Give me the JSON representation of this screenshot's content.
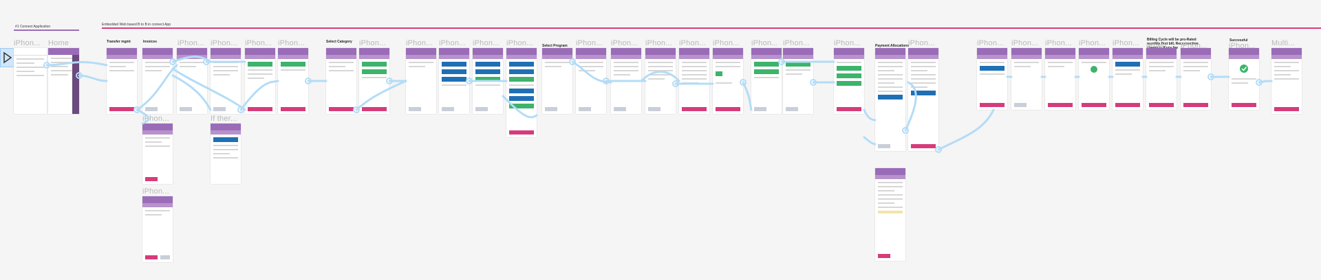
{
  "labels": {
    "section1": "#1 Connect Application",
    "section2": "Embedded Web based B to B in connect App",
    "home": "Home",
    "iphone": "iPhon...",
    "if_there": "If ther...",
    "multi": "Multi...",
    "t_transfer": "Transfer mgmt",
    "t_invoices": "Invoices",
    "t_select_gl": "Select Category",
    "t_select_program": "Select Program",
    "t_payment": "Payment Allocations",
    "t_billing": "Billing Cycle will be pro-Rated monthly first bill, Reconnection charge is if any fee",
    "t_success": "Successful"
  },
  "colors": {
    "purple": "#9a6cb8",
    "pink": "#d63b7a",
    "green": "#3db36b",
    "blue": "#1f6fb5",
    "flow": "#b3dcf7"
  },
  "icons": {
    "play": "play-icon",
    "check": "check-icon"
  }
}
